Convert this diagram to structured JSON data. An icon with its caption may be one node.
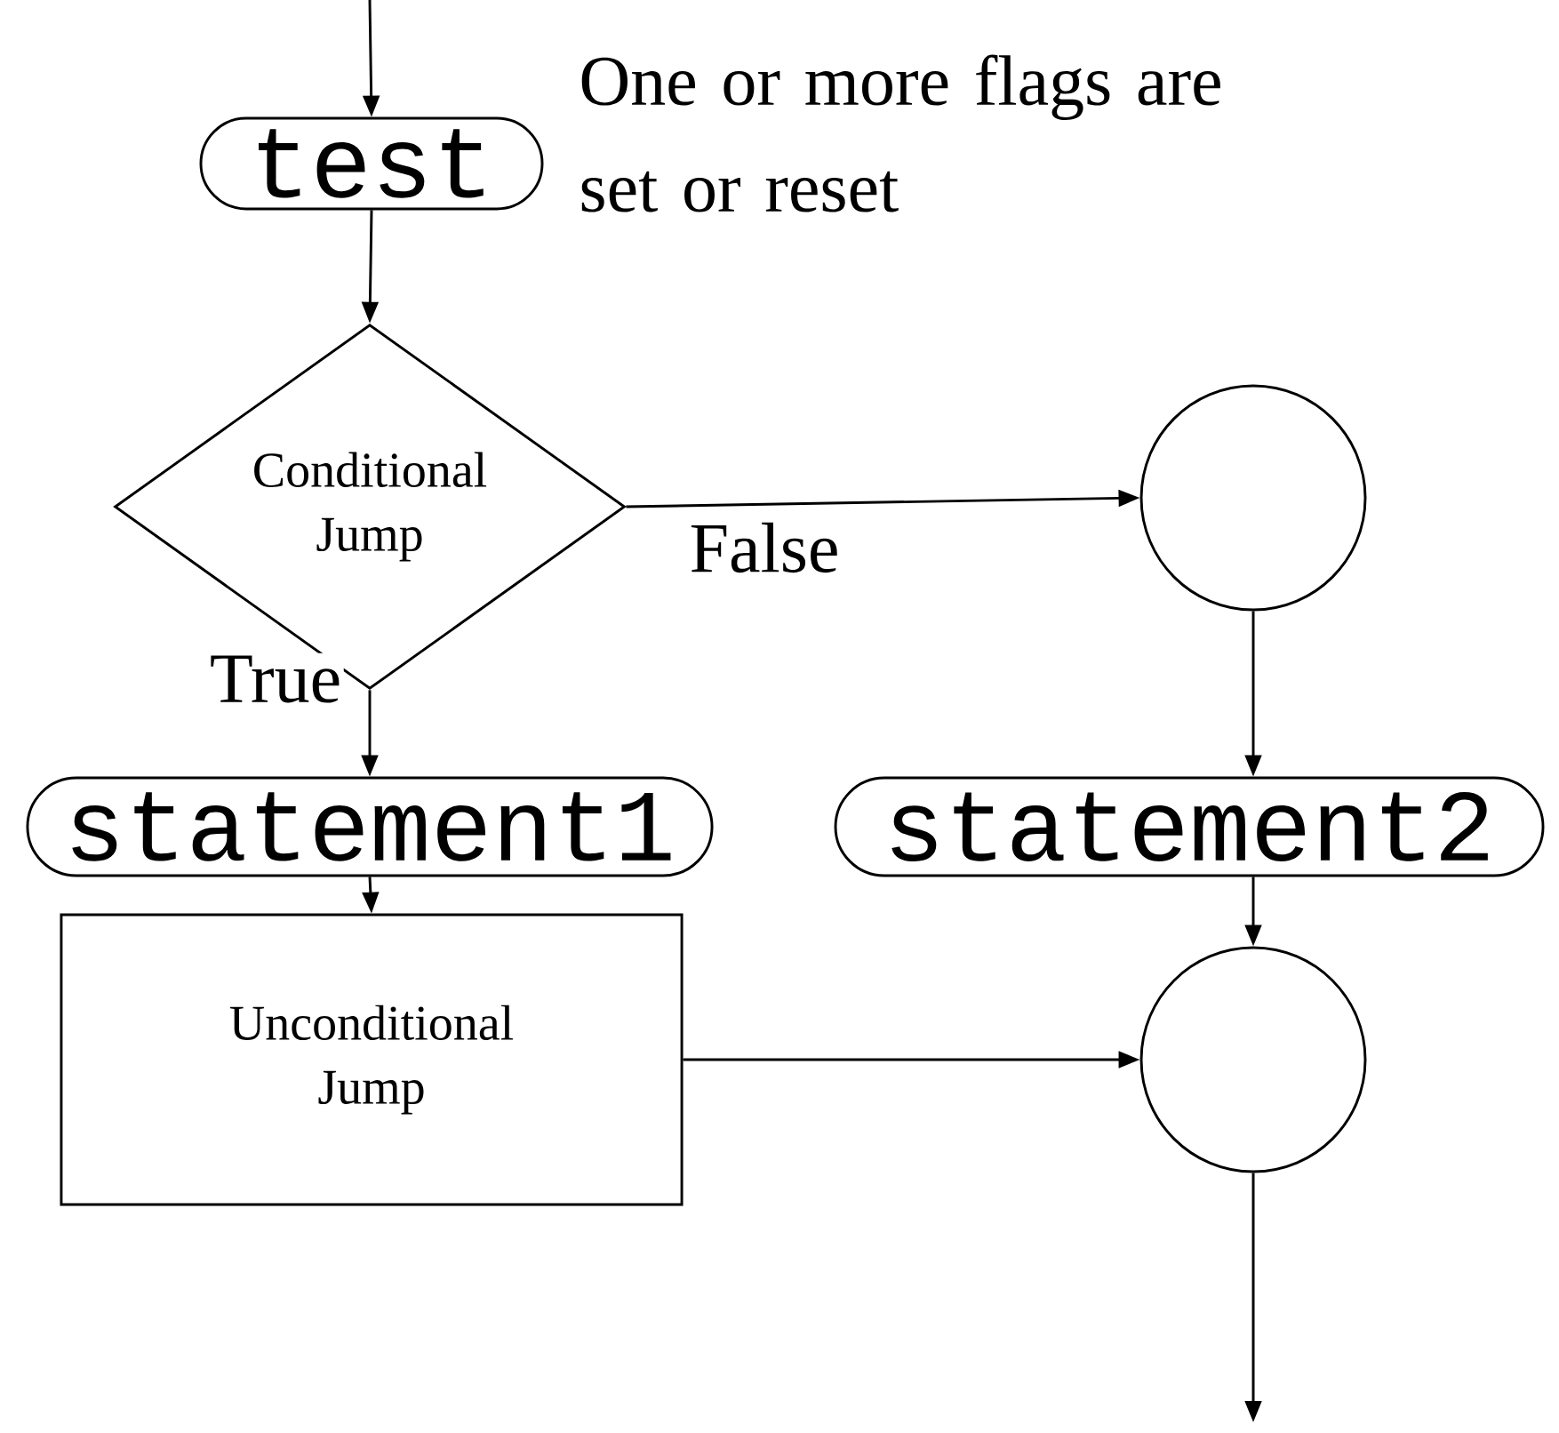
{
  "diagram": {
    "nodes": [
      {
        "text": [
          "test"
        ],
        "beside": [
          "One or more flags are set or reset"
        ]
      },
      {
        "text": [
          "Conditional Jump"
        ]
      },
      {
        "text": [],
        "shape": "circle"
      },
      {
        "text": [
          "statement1"
        ]
      },
      {
        "text": [
          "statement2"
        ]
      },
      {
        "text": [
          "Unconditional Jump"
        ]
      },
      {
        "text": [],
        "shape": "circle"
      }
    ],
    "edges": [
      {
        "from": null,
        "to": 0,
        "arrow": "to"
      },
      {
        "from": 0,
        "to": 1,
        "arrow": "to"
      },
      {
        "from": 1,
        "to": 2,
        "arrow": "to",
        "label": "False"
      },
      {
        "from": 1,
        "to": 3,
        "arrow": "to",
        "label": "True"
      },
      {
        "from": 2,
        "to": 4,
        "arrow": "to"
      },
      {
        "from": 3,
        "to": 5,
        "arrow": "to"
      },
      {
        "from": 4,
        "to": 6,
        "arrow": "to"
      },
      {
        "from": 5,
        "to": 6,
        "arrow": "to"
      },
      {
        "from": 6,
        "to": null,
        "arrow": "to"
      }
    ]
  }
}
